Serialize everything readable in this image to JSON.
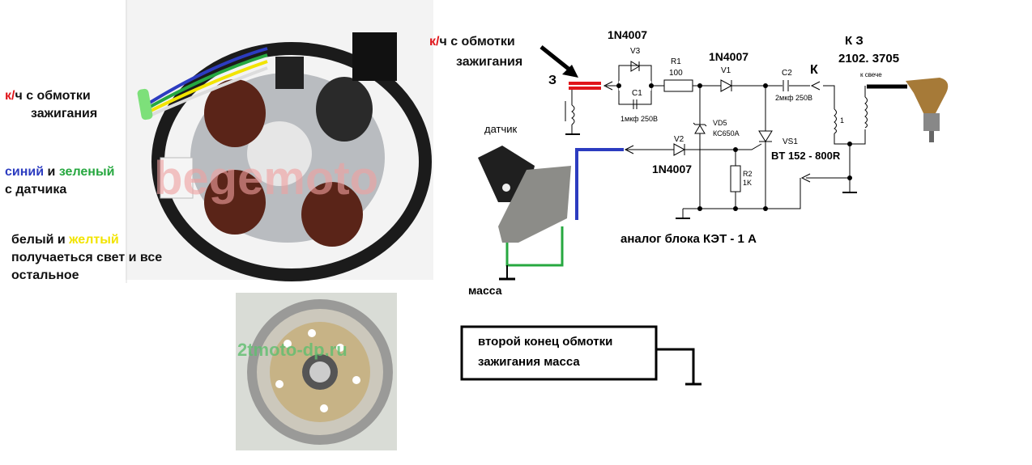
{
  "left_labels": {
    "ignition": {
      "part1": "к/",
      "part2": "ч с обмотки",
      "line2": "зажигания"
    },
    "sensor": {
      "blue": "синий",
      "and": " и ",
      "green": "зеленый",
      "line2": "с датчика"
    },
    "light": {
      "white": "белый и ",
      "yellow": "желтый",
      "line2": "получаеться свет и все",
      "line3": "остальное"
    }
  },
  "watermarks": {
    "stator": "begemoto",
    "flywheel": "2tmoto-dp.ru"
  },
  "schematic": {
    "ignition_label_red": "к/",
    "ignition_label": "ч с обмотки",
    "ignition_label2": "зажигания",
    "terminal_z": "З",
    "diode_top": "1N4007",
    "v3": "V3",
    "c1": "C1",
    "c1_value": "1мкф 250В",
    "r1": "R1",
    "r1_value": "100",
    "diode_v1_label": "1N4007",
    "v1": "V1",
    "c2": "C2",
    "c2_value": "2мкф 250В",
    "terminal_k": "К",
    "coil_name": "К З",
    "coil_number": "2102. 3705",
    "to_plug": "к свече",
    "coil_winding": "1",
    "vd5": "VD5",
    "vd5_value": "КС650А",
    "vs1": "VS1",
    "vs1_value": "BT 152 - 800R",
    "v2": "V2",
    "diode_v2_label": "1N4007",
    "r2": "R2",
    "r2_value": "1K",
    "sensor": "датчик",
    "ground": "масса",
    "analog": "аналог  блока  КЭТ - 1 А"
  },
  "note_box": {
    "line1": "второй конец обмотки",
    "line2": "зажигания масса"
  },
  "colors": {
    "red": "#e0161b",
    "blue": "#2c3cc0",
    "green": "#27a840",
    "yellow": "#f2e400"
  }
}
